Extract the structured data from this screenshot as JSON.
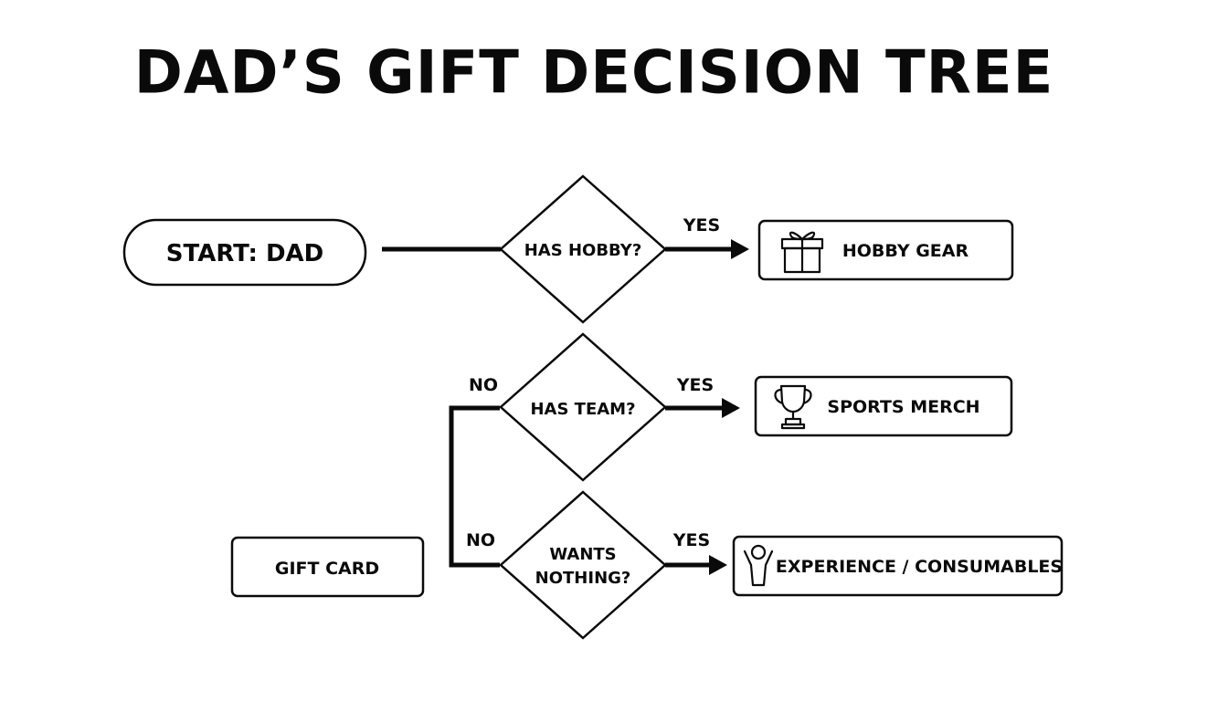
{
  "title": "DAD’S GIFT DECISION TREE",
  "colors": {
    "stroke": "#0a0a0a",
    "background": "#ffffff"
  },
  "nodes": {
    "start": {
      "label": "START: DAD"
    },
    "has_hobby": {
      "label": "HAS HOBBY?"
    },
    "has_team": {
      "label": "HAS TEAM?"
    },
    "wants_nothing": {
      "line1": "WANTS",
      "line2": "NOTHING?"
    },
    "hobby_gear": {
      "label": "HOBBY GEAR",
      "icon": "gift-icon"
    },
    "sports_merch": {
      "label": "SPORTS MERCH",
      "icon": "trophy-icon"
    },
    "experience": {
      "label": "EXPERIENCE / CONSUMABLES",
      "icon": "person-cheering-icon"
    },
    "gift_card": {
      "label": "GIFT CARD"
    }
  },
  "edges": {
    "hobby_yes": "YES",
    "team_no": "NO",
    "team_yes": "YES",
    "nothing_no": "NO",
    "nothing_yes": "YES"
  }
}
